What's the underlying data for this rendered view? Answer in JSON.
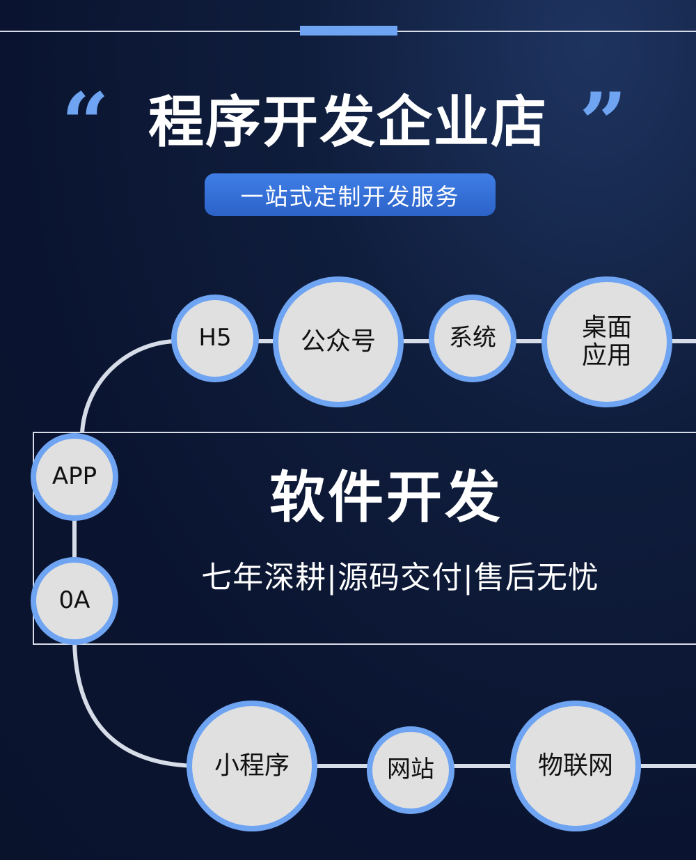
{
  "header": {
    "title": "程序开发企业店",
    "subtitle": "一站式定制开发服务"
  },
  "main": {
    "title": "软件开发",
    "tagline": "七年深耕|源码交付|售后无忧"
  },
  "nodes": {
    "h5": "H5",
    "wechat": "公众号",
    "system": "系统",
    "desktop_line1": "桌面",
    "desktop_line2": "应用",
    "app": "APP",
    "oa": "0A",
    "miniprogram": "小程序",
    "website": "网站",
    "iot": "物联网"
  },
  "colors": {
    "accent": "#6ea4f2",
    "node_fill": "#e0e0e0",
    "pill": "#3571d8",
    "background": "#0d1a38"
  }
}
